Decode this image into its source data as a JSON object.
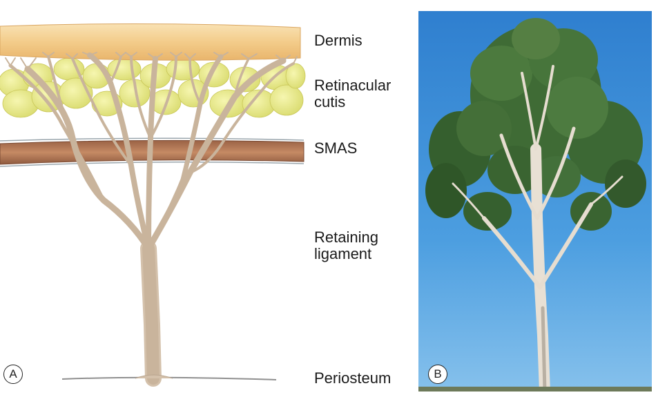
{
  "labels": {
    "dermis": "Dermis",
    "retinacular": "Retinacular\ncutis",
    "smas": "SMAS",
    "ligament": "Retaining\nligament",
    "periosteum": "Periosteum"
  },
  "panel_letters": {
    "a": "A",
    "b": "B"
  },
  "colors": {
    "dermis": "#f6d49a",
    "fat": "#e9ea8c",
    "smas": "#b97b58",
    "ligament": "#d9c8b4",
    "sky": "#3f8fd6",
    "foliage": "#3d6a34"
  }
}
